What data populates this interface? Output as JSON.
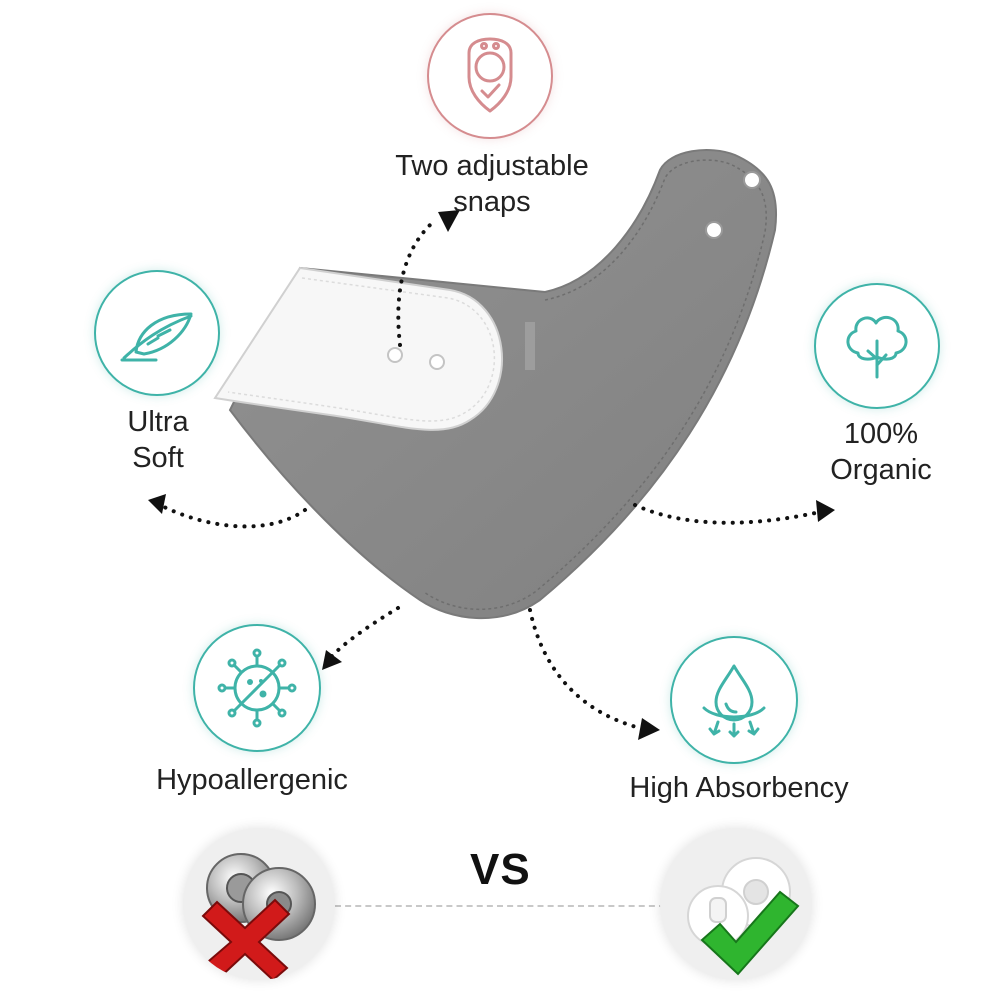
{
  "features": {
    "snaps": {
      "icon": "bib-snap-icon",
      "label_line1": "Two adjustable",
      "label_line2": "snaps"
    },
    "soft": {
      "icon": "feather-icon",
      "label_line1": "Ultra",
      "label_line2": "Soft"
    },
    "organic": {
      "icon": "cotton-plant-icon",
      "label_line1": "100%",
      "label_line2": "Organic"
    },
    "hypoallergenic": {
      "icon": "virus-blocked-icon",
      "label": "Hypoallergenic"
    },
    "absorbency": {
      "icon": "water-drop-icon",
      "label": "High Absorbency"
    }
  },
  "comparison": {
    "text": "VS",
    "bad": {
      "icon": "red-cross-icon",
      "image": "magnetic-snap"
    },
    "good": {
      "icon": "green-check-icon",
      "image": "plastic-snap"
    }
  },
  "colors": {
    "teal": "#3fb3a8",
    "pink": "#d58c8f",
    "bib_gray": "#8a8a8a",
    "bib_white": "#f7f7f7",
    "cross_red": "#d11a1a",
    "check_green": "#2fb52f"
  }
}
